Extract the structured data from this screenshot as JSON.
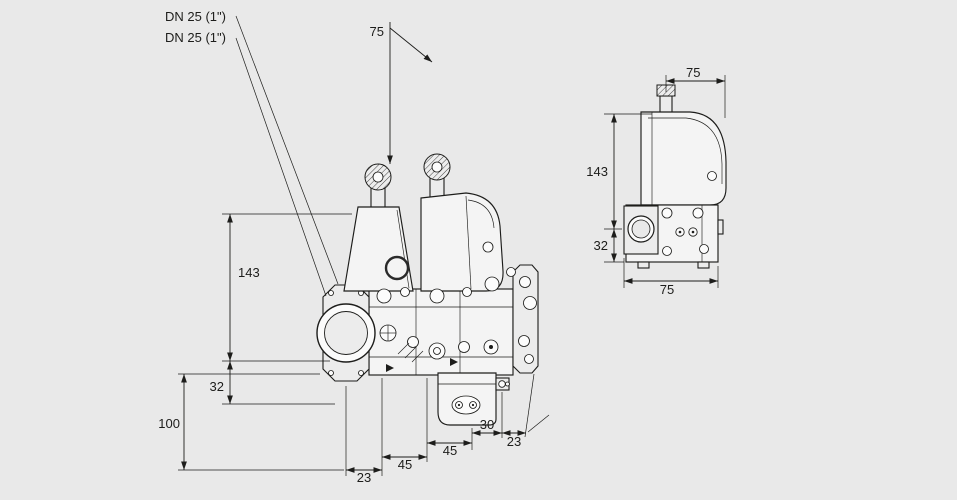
{
  "page": {
    "background": "#e9e9e9",
    "ink": "#1d1d1b"
  },
  "front_view": {
    "connection_label_1": "DN 25 (1\")",
    "connection_label_2": "DN 25 (1\")",
    "dim_actuator_spacing": "75",
    "dim_height_upper": "143",
    "dim_height_mid": "32",
    "dim_height_lower": "100",
    "dim_bottom_1": "23",
    "dim_bottom_2": "45",
    "dim_bottom_3": "45",
    "dim_bottom_4": "30",
    "dim_bottom_5": "23"
  },
  "side_view": {
    "dim_top_depth": "75",
    "dim_height_upper": "143",
    "dim_height_lower": "32",
    "dim_width_bottom": "75"
  }
}
